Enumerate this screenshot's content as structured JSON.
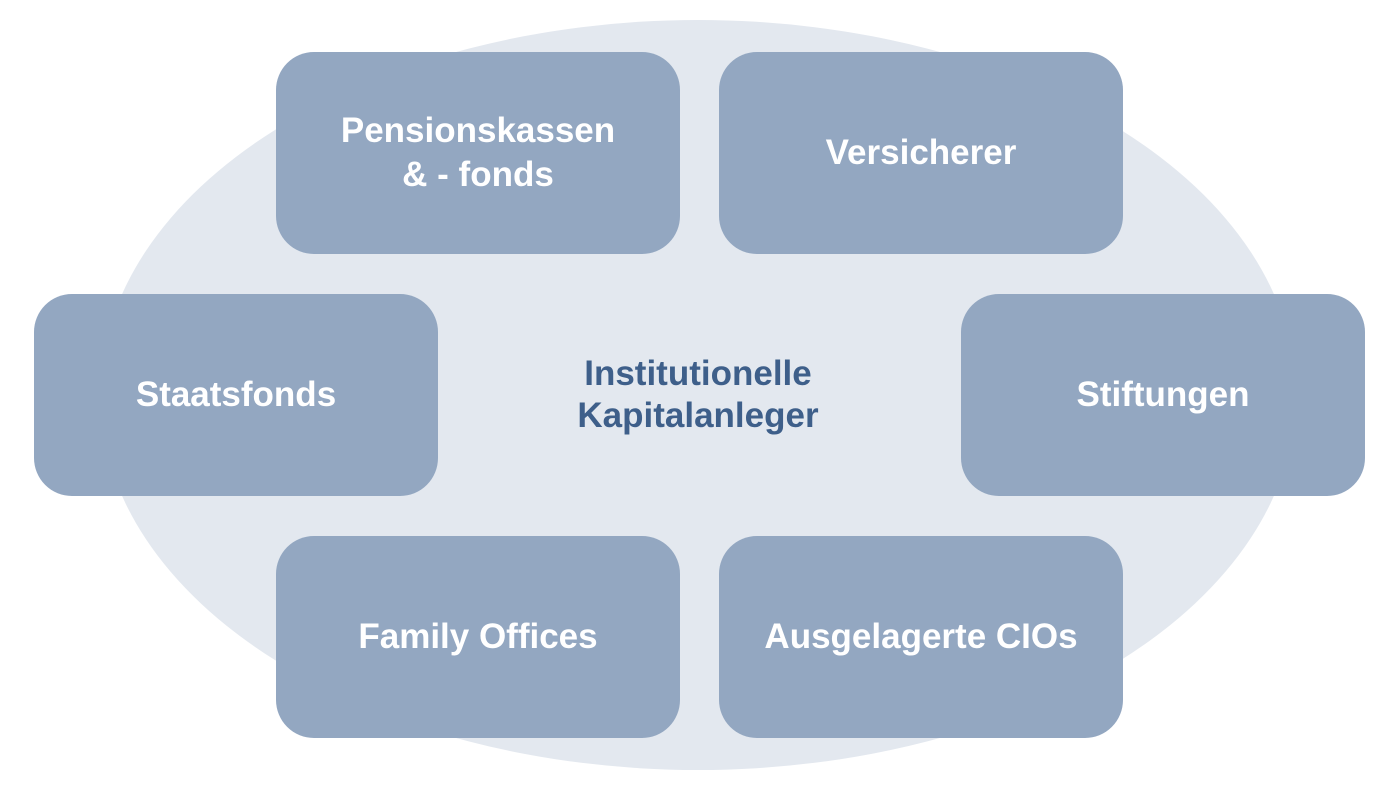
{
  "center": {
    "label": "Institutionelle\nKapitalanleger"
  },
  "categories": [
    {
      "label": "Pensionskassen\n& - fonds"
    },
    {
      "label": "Versicherer"
    },
    {
      "label": "Staatsfonds"
    },
    {
      "label": "Stiftungen"
    },
    {
      "label": "Family Offices"
    },
    {
      "label": "Ausgelagerte CIOs"
    }
  ],
  "colors": {
    "ellipse": "#e3e8ef",
    "box": "#93a7c1",
    "box_text": "#ffffff",
    "center_text": "#3e5f8a"
  }
}
